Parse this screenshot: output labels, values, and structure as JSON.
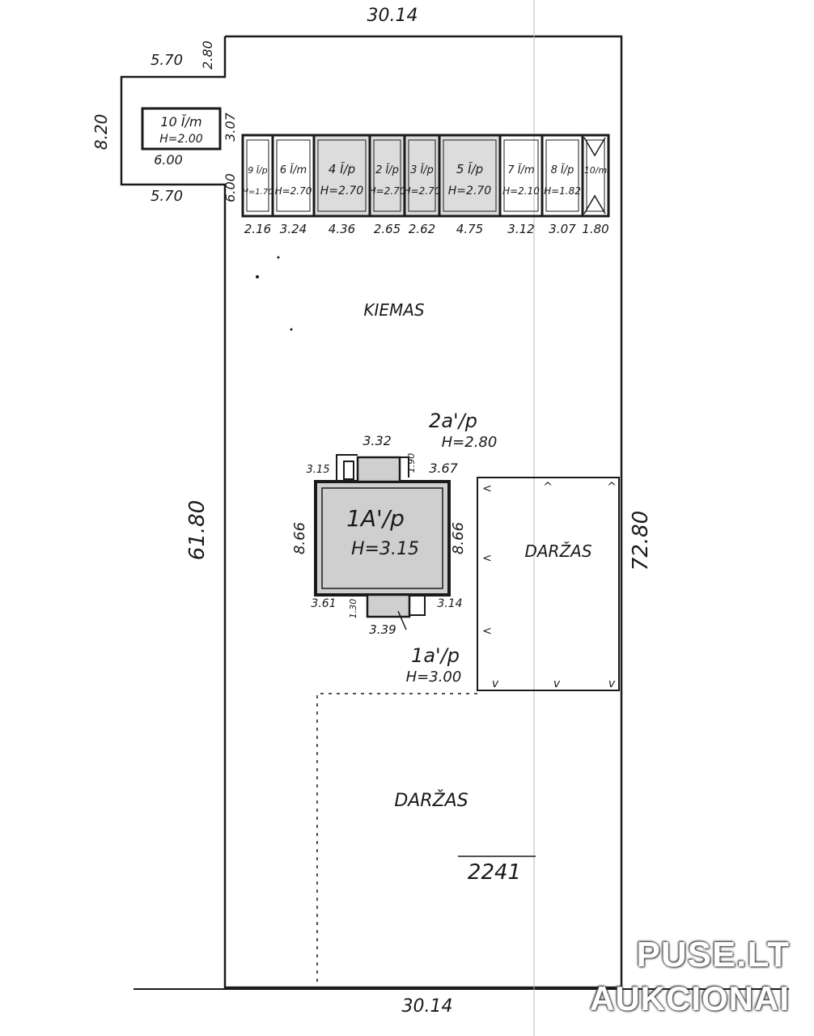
{
  "plot": {
    "top_width": "30.14",
    "bottom_width": "30.14",
    "left_length": "61.80",
    "right_length": "72.80",
    "area": "2241",
    "yard_label": "KIEMAS",
    "garden_label_1": "DARŽAS",
    "garden_label_2": "DARŽAS"
  },
  "annex": {
    "top": "5.70",
    "notch": "2.80",
    "left": "8.20",
    "bottom": "5.70",
    "right_upper": "3.07",
    "right_lower": "6.00"
  },
  "shed_10": {
    "label": "10 Ĭ/m",
    "height": "H=2.00",
    "width": "6.00"
  },
  "outbuildings": [
    {
      "label": "9 Ĭ/p",
      "height": "H=1.70",
      "width": "2.16"
    },
    {
      "label": "6 Ĭ/m",
      "height": "H=2.70",
      "width": "3.24"
    },
    {
      "label": "4 Ĭ/p",
      "height": "H=2.70",
      "width": "4.36"
    },
    {
      "label": "2 Ĭ/p",
      "height": "H=2.70",
      "width": "2.65"
    },
    {
      "label": "3 Ĭ/p",
      "height": "H=2.70",
      "width": "2.62"
    },
    {
      "label": "5 Ĭ/p",
      "height": "H=2.70",
      "width": "4.75"
    },
    {
      "label": "7 Ĭ/m",
      "height": "H=2.10",
      "width": "3.12"
    },
    {
      "label": "8 Ĭ/p",
      "height": "H=1.82",
      "width": "3.07"
    },
    {
      "label": "10/m",
      "height": "",
      "width": "1.80"
    }
  ],
  "house": {
    "label": "1A'/p",
    "height": "H=3.15",
    "left_side": "8.66",
    "right_side": "8.66",
    "porch_top_label": "2a'/p",
    "porch_top_height": "H=2.80",
    "porch_top_width": "3.32",
    "porch_top_left": "3.15",
    "porch_top_right": "3.67",
    "porch_top_depth": "1.90",
    "porch_bottom_label": "1a'/p",
    "porch_bottom_height": "H=3.00",
    "porch_bottom_width": "3.39",
    "porch_bottom_left": "3.61",
    "porch_bottom_right": "3.14",
    "porch_bottom_depth": "1.30"
  },
  "watermark": {
    "line1": "PUSE.LT",
    "line2": "AUKCIONAI"
  },
  "colors": {
    "ink": "#1a1a1a",
    "hatch": "#cfcfcf",
    "background": "#ffffff"
  }
}
